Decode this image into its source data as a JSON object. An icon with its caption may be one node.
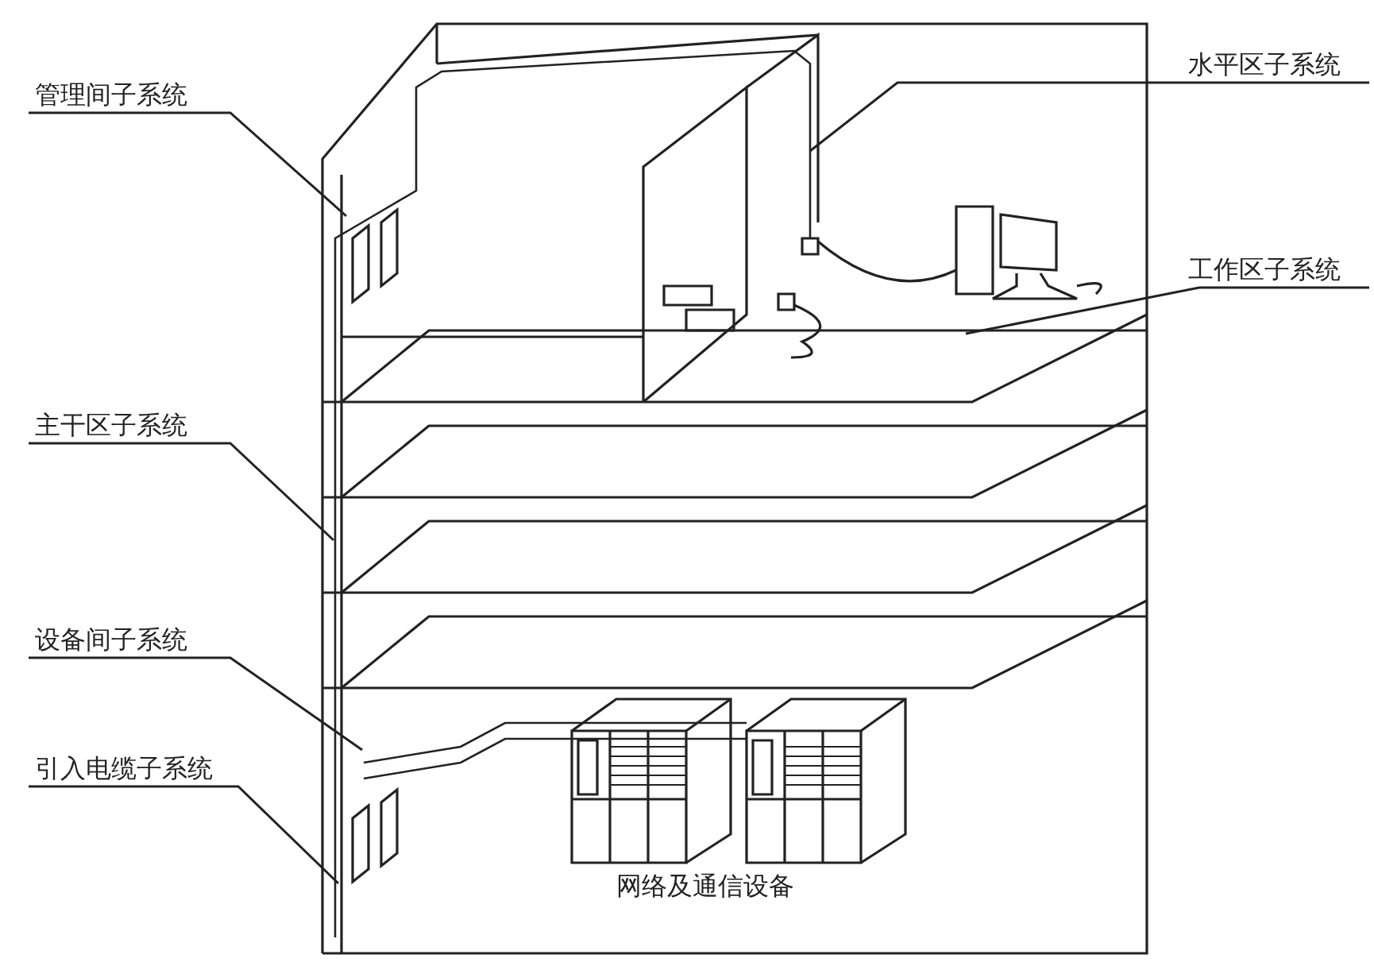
{
  "diagram": {
    "nodes": [
      {
        "text": [
          "管理间子系统"
        ]
      },
      {
        "text": [
          "水平区子系统"
        ]
      },
      {
        "text": [
          "工作区子系统"
        ]
      },
      {
        "text": [
          "主干区子系统"
        ]
      },
      {
        "text": [
          "设备间子系统"
        ]
      },
      {
        "text": [
          "引入电缆子系统"
        ]
      }
    ],
    "edges": [
      {
        "from": 0,
        "to": null,
        "arrow": "none"
      },
      {
        "from": 1,
        "to": null,
        "arrow": "none"
      },
      {
        "from": 2,
        "to": null,
        "arrow": "none"
      },
      {
        "from": 3,
        "to": null,
        "arrow": "none"
      },
      {
        "from": 4,
        "to": null,
        "arrow": "none"
      },
      {
        "from": 5,
        "to": null,
        "arrow": "none"
      }
    ],
    "labels": [
      "网络及通信设备"
    ]
  }
}
